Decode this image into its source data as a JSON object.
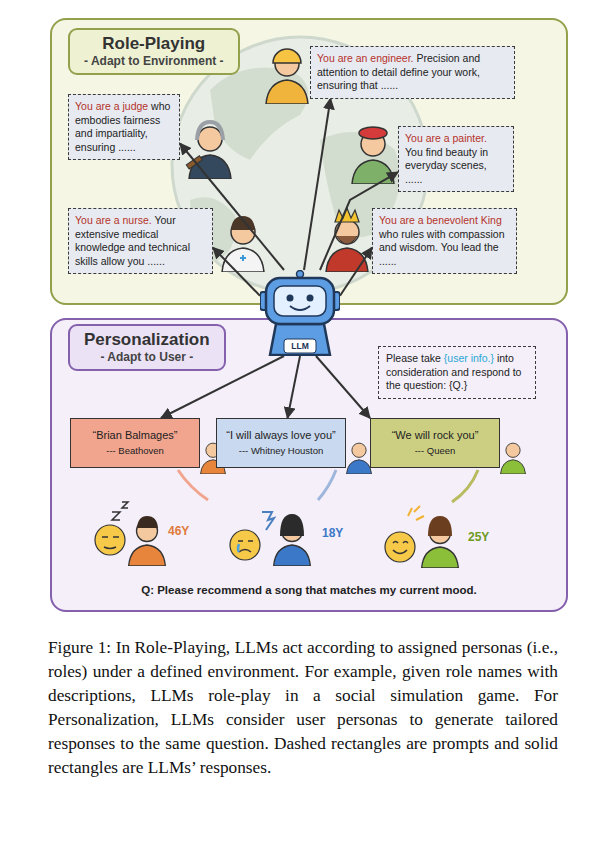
{
  "diagram": {
    "caption": "Figure 1: In Role-Playing, LLMs act according to assigned personas (i.e., roles) under a defined environment. For example, given role names with descriptions, LLMs role-play in a social simulation game. For Personalization, LLMs consider user personas to generate tailored responses to the same question. Dashed rectangles are prompts and solid rectangles are LLMs’ responses.",
    "nodes": [
      {
        "text": [
          "Role-Playing",
          "- Adapt to Environment -"
        ]
      },
      {
        "text": [
          "You are an engineer.",
          "Precision and attention to detail define your work, ensuring that ......"
        ],
        "in": 0
      },
      {
        "text": [
          "You are a judge",
          "who embodies fairness and impartiality, ensuring ......"
        ],
        "in": 0
      },
      {
        "text": [
          "You are a painter.",
          "You find beauty in everyday scenes, ......"
        ],
        "in": 0
      },
      {
        "text": [
          "You are a nurse.",
          "Your extensive medical knowledge and technical skills allow you ......"
        ],
        "in": 0
      },
      {
        "text": [
          "You are a benevolent King",
          "who rules with compassion and wisdom. You lead the ......"
        ],
        "in": 0
      },
      {
        "text": [
          "LLM"
        ]
      },
      {
        "text": [
          "Personalization",
          "- Adapt to User -"
        ]
      },
      {
        "text": [
          "Please take",
          "{user info.}",
          "into consideration and respond to the question: {Q.}"
        ],
        "in": 7
      },
      {
        "text": [
          "“Brian Balmages”",
          "--- Beathoven"
        ],
        "in": 7
      },
      {
        "text": [
          "“I will always love you”",
          "--- Whitney Houston"
        ],
        "in": 7
      },
      {
        "text": [
          "“We will rock you”",
          "--- Queen"
        ],
        "in": 7
      }
    ],
    "edges": [
      {
        "from": 6,
        "to": 1,
        "arrow": "to"
      },
      {
        "from": 6,
        "to": 2,
        "arrow": "to"
      },
      {
        "from": 6,
        "to": 3,
        "arrow": "to"
      },
      {
        "from": 6,
        "to": 4,
        "arrow": "to"
      },
      {
        "from": 6,
        "to": 5,
        "arrow": "to"
      },
      {
        "from": 6,
        "to": 9,
        "arrow": "to"
      },
      {
        "from": 6,
        "to": 10,
        "arrow": "to"
      },
      {
        "from": 6,
        "to": 11,
        "arrow": "to"
      }
    ],
    "labels": [
      "46Y",
      "18Y",
      "25Y",
      "Q: Please recommend a song that matches my current mood."
    ]
  }
}
